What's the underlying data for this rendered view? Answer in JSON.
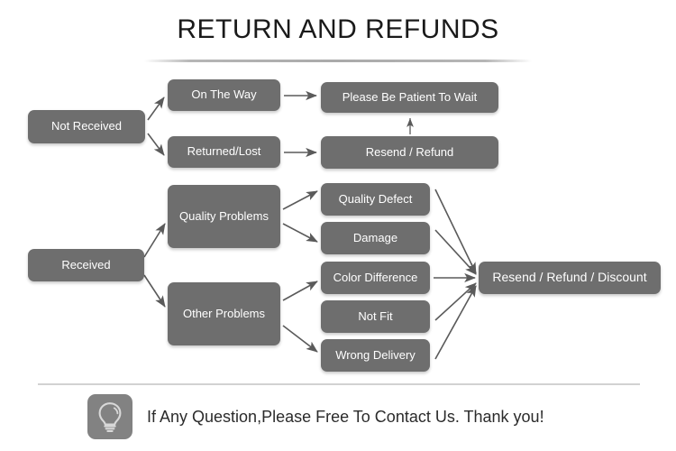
{
  "title": "RETURN AND REFUNDS",
  "colors": {
    "node_fill": "#6e6e6e",
    "node_text": "#ffffff",
    "arrow": "#5a5a5a",
    "title_text": "#1a1a1a",
    "background": "#ffffff",
    "footer_rule": "#d2d2d2",
    "badge_fill": "#828282",
    "bulb_stroke": "#d8d8d8"
  },
  "nodes": {
    "not_received": "Not Received",
    "on_the_way": "On The Way",
    "returned_lost": "Returned/Lost",
    "please_be_patient": "Please Be Patient To Wait",
    "resend_refund": "Resend / Refund",
    "received": "Received",
    "quality_problems": "Quality Problems",
    "other_problems": "Other Problems",
    "quality_defect": "Quality Defect",
    "damage": "Damage",
    "color_difference": "Color Difference",
    "not_fit": "Not Fit",
    "wrong_delivery": "Wrong Delivery",
    "resend_refund_discount": "Resend / Refund / Discount"
  },
  "footer": {
    "icon": "lightbulb-icon",
    "text": "If Any Question,Please Free To Contact Us. Thank you!"
  },
  "chart_data": {
    "type": "diagram",
    "title": "RETURN AND REFUNDS",
    "diagram_kind": "flowchart",
    "flows": [
      {
        "from": "Not Received",
        "to": "On The Way"
      },
      {
        "from": "Not Received",
        "to": "Returned/Lost"
      },
      {
        "from": "On The Way",
        "to": "Please Be Patient To Wait"
      },
      {
        "from": "Returned/Lost",
        "to": "Resend / Refund"
      },
      {
        "from": "Resend / Refund",
        "to": "Please Be Patient To Wait"
      },
      {
        "from": "Received",
        "to": "Quality Problems"
      },
      {
        "from": "Received",
        "to": "Other Problems"
      },
      {
        "from": "Quality Problems",
        "to": "Quality Defect"
      },
      {
        "from": "Quality Problems",
        "to": "Damage"
      },
      {
        "from": "Other Problems",
        "to": "Color Difference"
      },
      {
        "from": "Other Problems",
        "to": "Wrong Delivery"
      },
      {
        "from": "Quality Defect",
        "to": "Resend / Refund / Discount"
      },
      {
        "from": "Damage",
        "to": "Resend / Refund / Discount"
      },
      {
        "from": "Color Difference",
        "to": "Resend / Refund / Discount"
      },
      {
        "from": "Not Fit",
        "to": "Resend / Refund / Discount"
      },
      {
        "from": "Wrong Delivery",
        "to": "Resend / Refund / Discount"
      }
    ]
  }
}
